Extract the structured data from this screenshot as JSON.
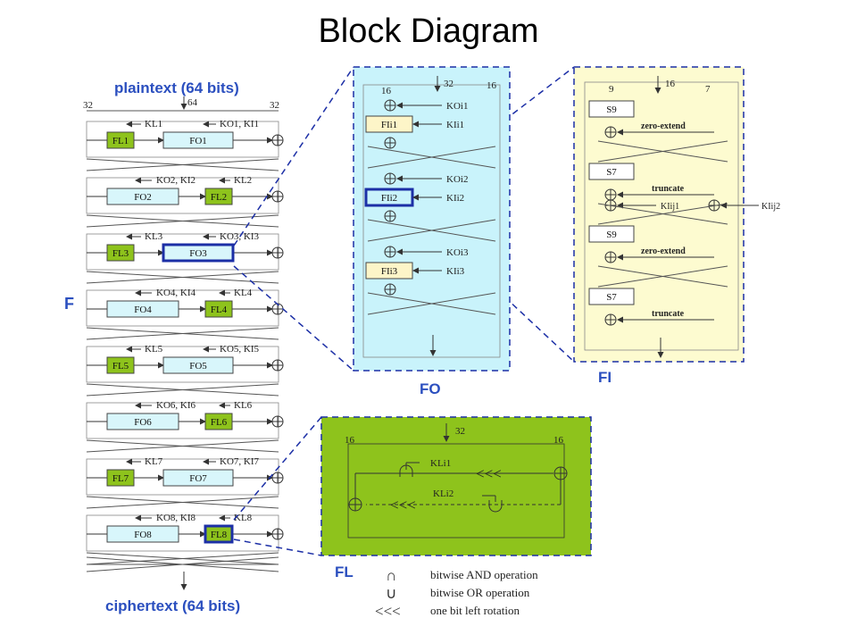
{
  "title": "Block Diagram",
  "colors": {
    "blue_label": "#2b4fbf",
    "fo_bg": "#c9f3fb",
    "fi_bg": "#fdfbd0",
    "fl_bg": "#8ec31c",
    "fl_box": "#8ec31c",
    "fo_box": "#d8f6fb",
    "fi_box": "#fdf5c8",
    "highlight": "#1c2fa6",
    "dash": "#1c2fa6"
  },
  "main": {
    "plaintext": "plaintext (64 bits)",
    "ciphertext": "ciphertext (64 bits)",
    "f_label": "F",
    "bits_left": "32",
    "bits_mid": "64",
    "bits_right": "32",
    "rounds": [
      {
        "fl": "FL1",
        "fo": "FO1",
        "order": "fl-fo",
        "k1": "KL1",
        "k2": "KO1, KI1"
      },
      {
        "fl": "FL2",
        "fo": "FO2",
        "order": "fo-fl",
        "k1": "KO2, KI2",
        "k2": "KL2"
      },
      {
        "fl": "FL3",
        "fo": "FO3",
        "order": "fl-fo",
        "k1": "KL3",
        "k2": "KO3, KI3"
      },
      {
        "fl": "FL4",
        "fo": "FO4",
        "order": "fo-fl",
        "k1": "KO4, KI4",
        "k2": "KL4"
      },
      {
        "fl": "FL5",
        "fo": "FO5",
        "order": "fl-fo",
        "k1": "KL5",
        "k2": "KO5, KI5"
      },
      {
        "fl": "FL6",
        "fo": "FO6",
        "order": "fo-fl",
        "k1": "KO6, KI6",
        "k2": "KL6"
      },
      {
        "fl": "FL7",
        "fo": "FO7",
        "order": "fl-fo",
        "k1": "KL7",
        "k2": "KO7, KI7"
      },
      {
        "fl": "FL8",
        "fo": "FO8",
        "order": "fo-fl",
        "k1": "KO8, KI8",
        "k2": "KL8"
      }
    ]
  },
  "fo": {
    "label": "FO",
    "bits_top": "32",
    "bits_left": "16",
    "bits_right": "16",
    "stages": [
      {
        "box": "FIi1",
        "ko": "KOi1",
        "ki": "KIi1"
      },
      {
        "box": "FIi2",
        "ko": "KOi2",
        "ki": "KIi2"
      },
      {
        "box": "FIi3",
        "ko": "KOi3",
        "ki": "KIi3"
      }
    ]
  },
  "fi": {
    "label": "FI",
    "bits_top": "16",
    "bits_left": "9",
    "bits_right": "7",
    "stages": [
      {
        "box": "S9",
        "op": "zero-extend"
      },
      {
        "box": "S7",
        "op": "truncate"
      },
      {
        "box": "S9",
        "op": "zero-extend"
      },
      {
        "box": "S7",
        "op": "truncate"
      }
    ],
    "key1": "KIij1",
    "key2": "KIij2"
  },
  "fl": {
    "label": "FL",
    "bits_top": "32",
    "bits_left": "16",
    "bits_right": "16",
    "key1": "KLi1",
    "key2": "KLi2",
    "rot": "<<<"
  },
  "legend": {
    "and_sym": "∩",
    "and_text": "bitwise AND operation",
    "or_sym": "∪",
    "or_text": "bitwise OR operation",
    "rot_sym": "<<<",
    "rot_text": "one bit left rotation"
  }
}
